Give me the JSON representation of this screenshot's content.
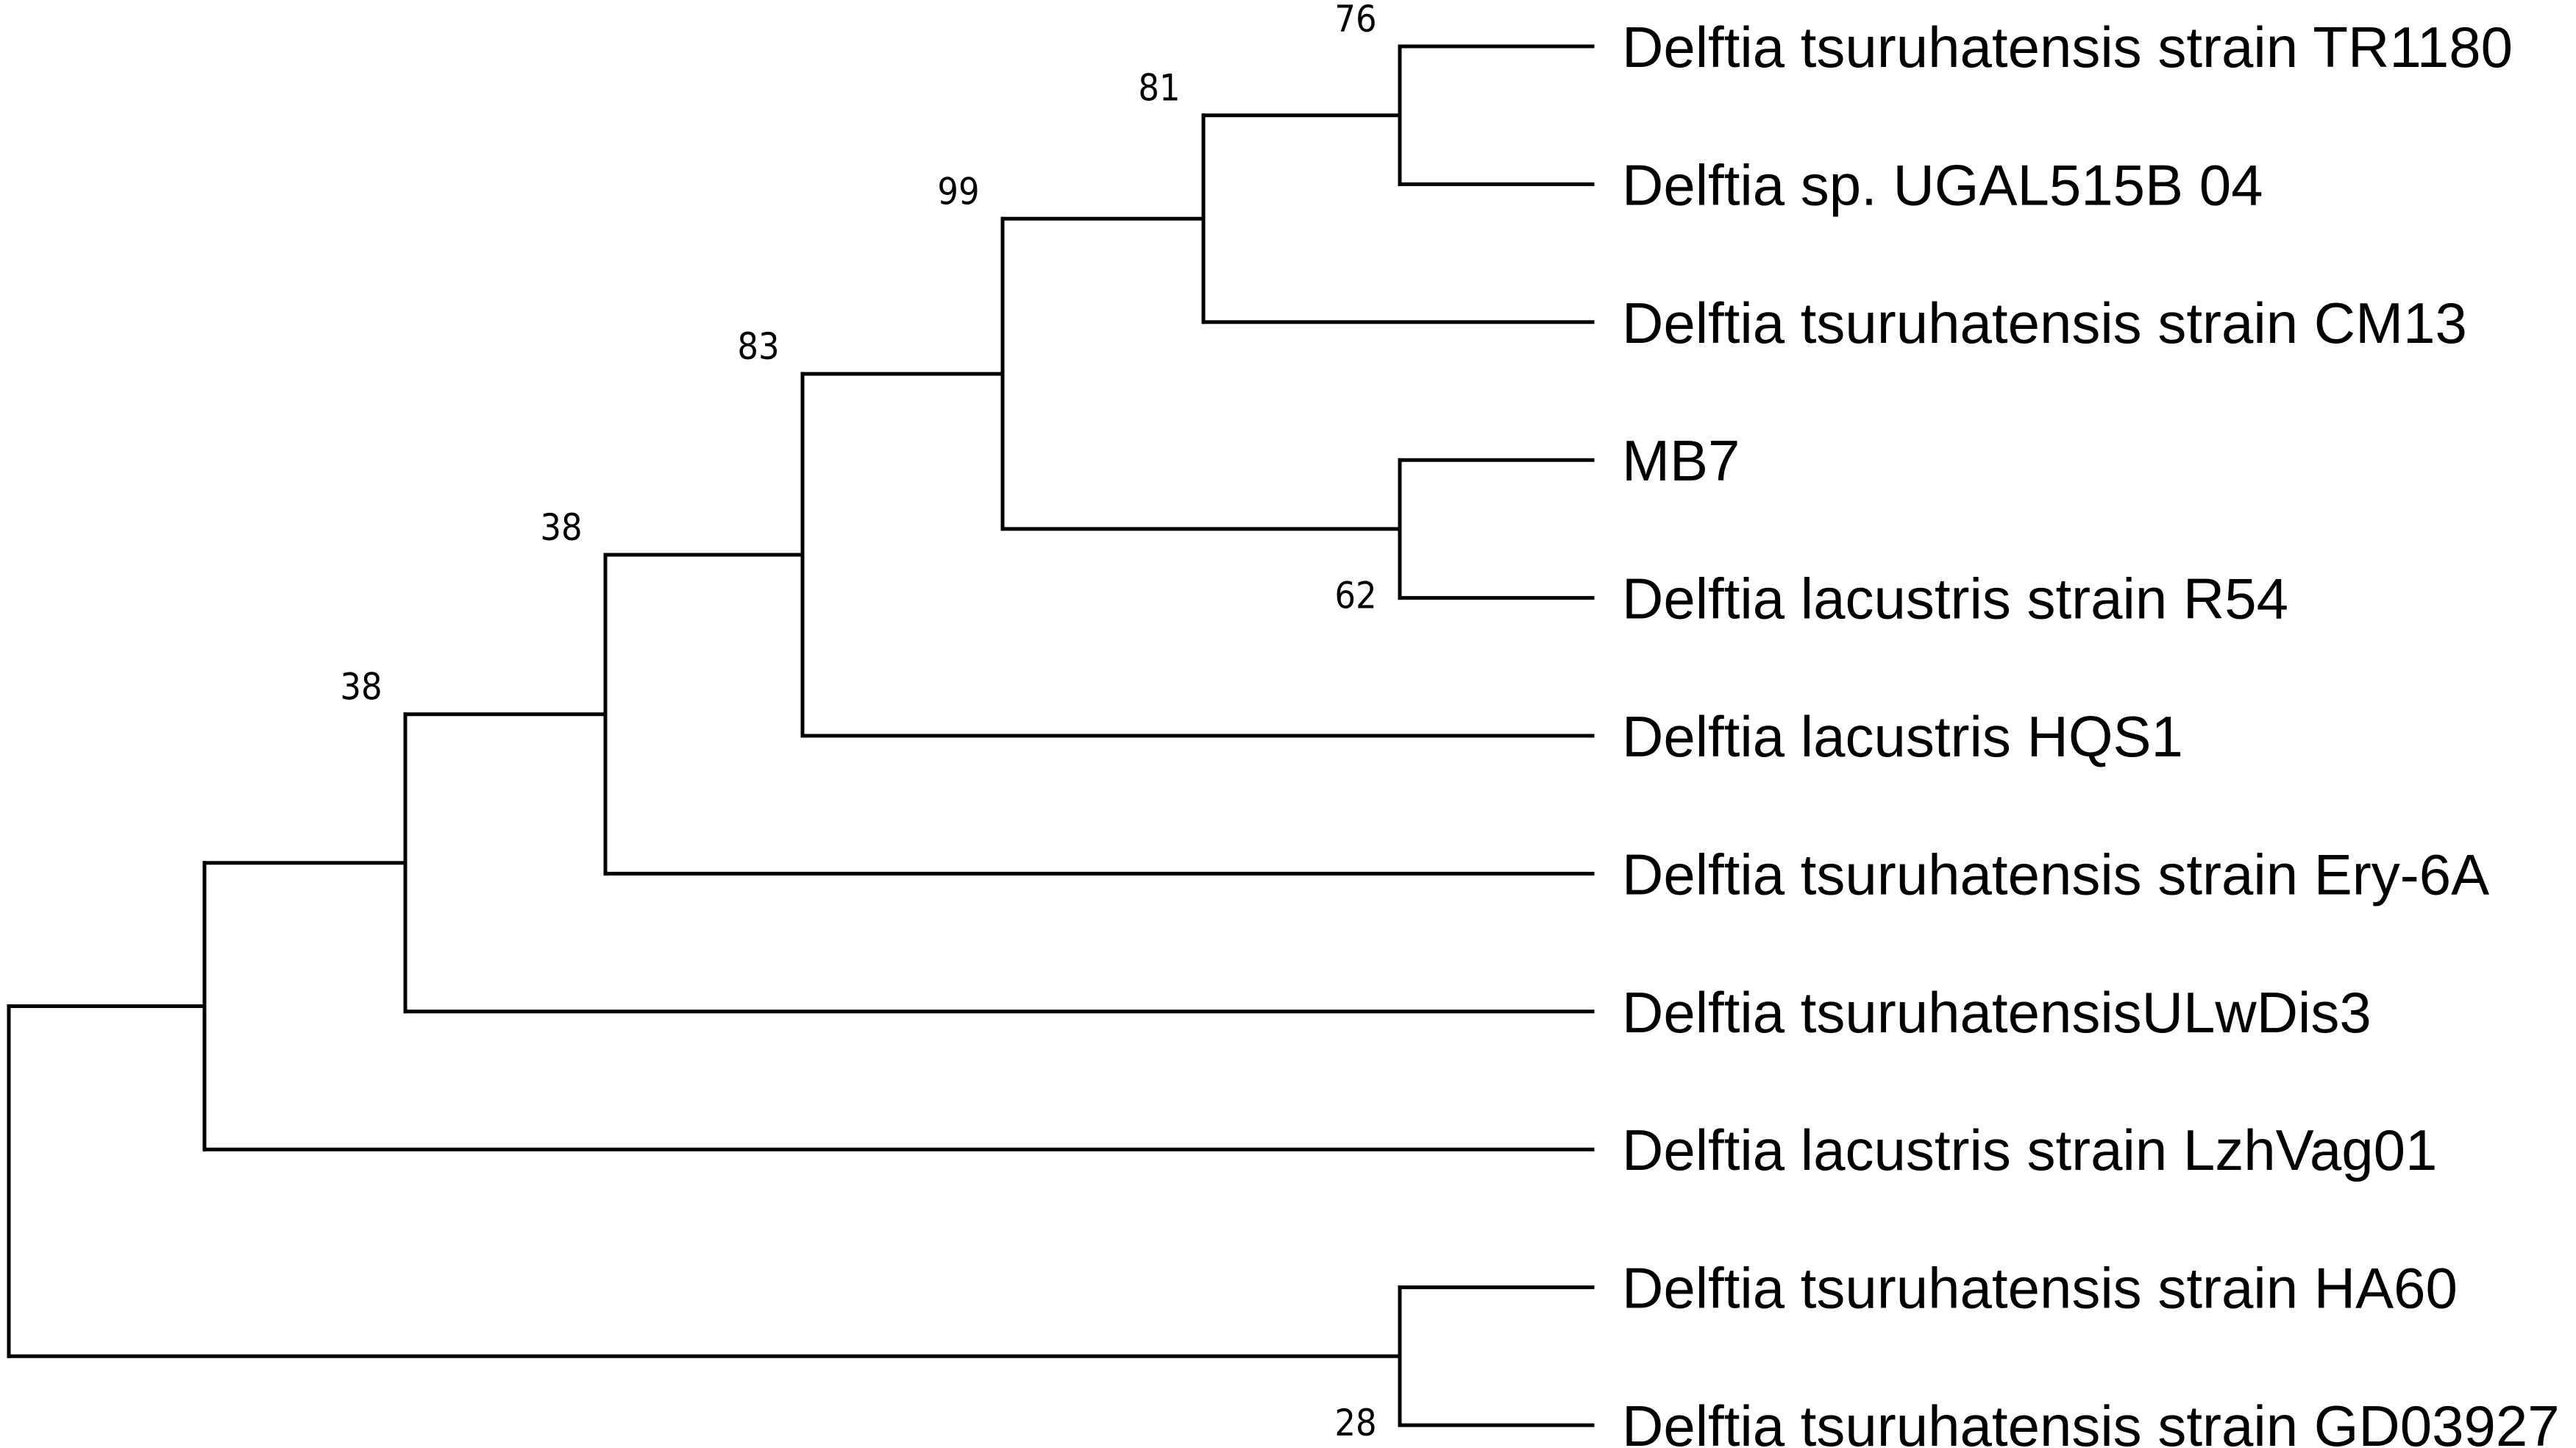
{
  "tree": {
    "line_color": "#000000",
    "leaves": [
      {
        "id": "t1",
        "label": "Delftia tsuruhatensis strain TR1180"
      },
      {
        "id": "t2",
        "label": "Delftia sp. UGAL515B 04"
      },
      {
        "id": "t3",
        "label": "Delftia tsuruhatensis strain CM13"
      },
      {
        "id": "t4",
        "label": "MB7"
      },
      {
        "id": "t5",
        "label": "Delftia lacustris strain R54"
      },
      {
        "id": "t6",
        "label": "Delftia lacustris HQS1"
      },
      {
        "id": "t7",
        "label": "Delftia tsuruhatensis strain Ery-6A"
      },
      {
        "id": "t8",
        "label": "Delftia tsuruhatensisULwDis3"
      },
      {
        "id": "t9",
        "label": "Delftia lacustris strain LzhVag01"
      },
      {
        "id": "t10",
        "label": "Delftia tsuruhatensis strain HA60"
      },
      {
        "id": "t11",
        "label": "Delftia tsuruhatensis strain GD03927"
      }
    ],
    "nodes": [
      {
        "id": "n1",
        "children": [
          "t1",
          "t2"
        ],
        "support": "76"
      },
      {
        "id": "n2",
        "children": [
          "n1",
          "t3"
        ],
        "support": "81"
      },
      {
        "id": "n3",
        "children": [
          "t4",
          "t5"
        ],
        "support": "62"
      },
      {
        "id": "n4",
        "children": [
          "n2",
          "n3"
        ],
        "support": "99"
      },
      {
        "id": "n5",
        "children": [
          "n4",
          "t6"
        ],
        "support": "83"
      },
      {
        "id": "n6",
        "children": [
          "n5",
          "t7"
        ],
        "support": "38"
      },
      {
        "id": "n7",
        "children": [
          "n6",
          "t8"
        ],
        "support": "38"
      },
      {
        "id": "n8",
        "children": [
          "n7",
          "t9"
        ],
        "support": ""
      },
      {
        "id": "n9",
        "children": [
          "t10",
          "t11"
        ],
        "support": "28"
      },
      {
        "id": "root",
        "children": [
          "n8",
          "n9"
        ],
        "support": ""
      }
    ]
  }
}
